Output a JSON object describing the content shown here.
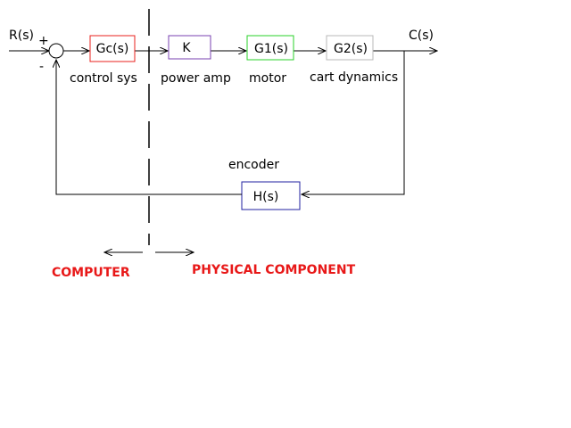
{
  "input_label": "R(s)",
  "output_label": "C(s)",
  "sum_plus": "+",
  "sum_minus": "-",
  "blocks": {
    "gc": {
      "text": "Gc(s)",
      "caption": "control sys",
      "border": "#e8201c"
    },
    "k": {
      "text": "K",
      "caption": "power amp",
      "border": "#7a40b0"
    },
    "g1": {
      "text": "G1(s)",
      "caption": "motor",
      "border": "#2ad02a"
    },
    "g2": {
      "text": "G2(s)",
      "caption": "cart dynamics",
      "border": "#b8b8b8"
    },
    "h": {
      "text": "H(s)",
      "caption": "encoder",
      "border": "#2020a0"
    }
  },
  "regions": {
    "left": "COMPUTER",
    "right": "PHYSICAL COMPONENT",
    "color": "#e81818"
  }
}
